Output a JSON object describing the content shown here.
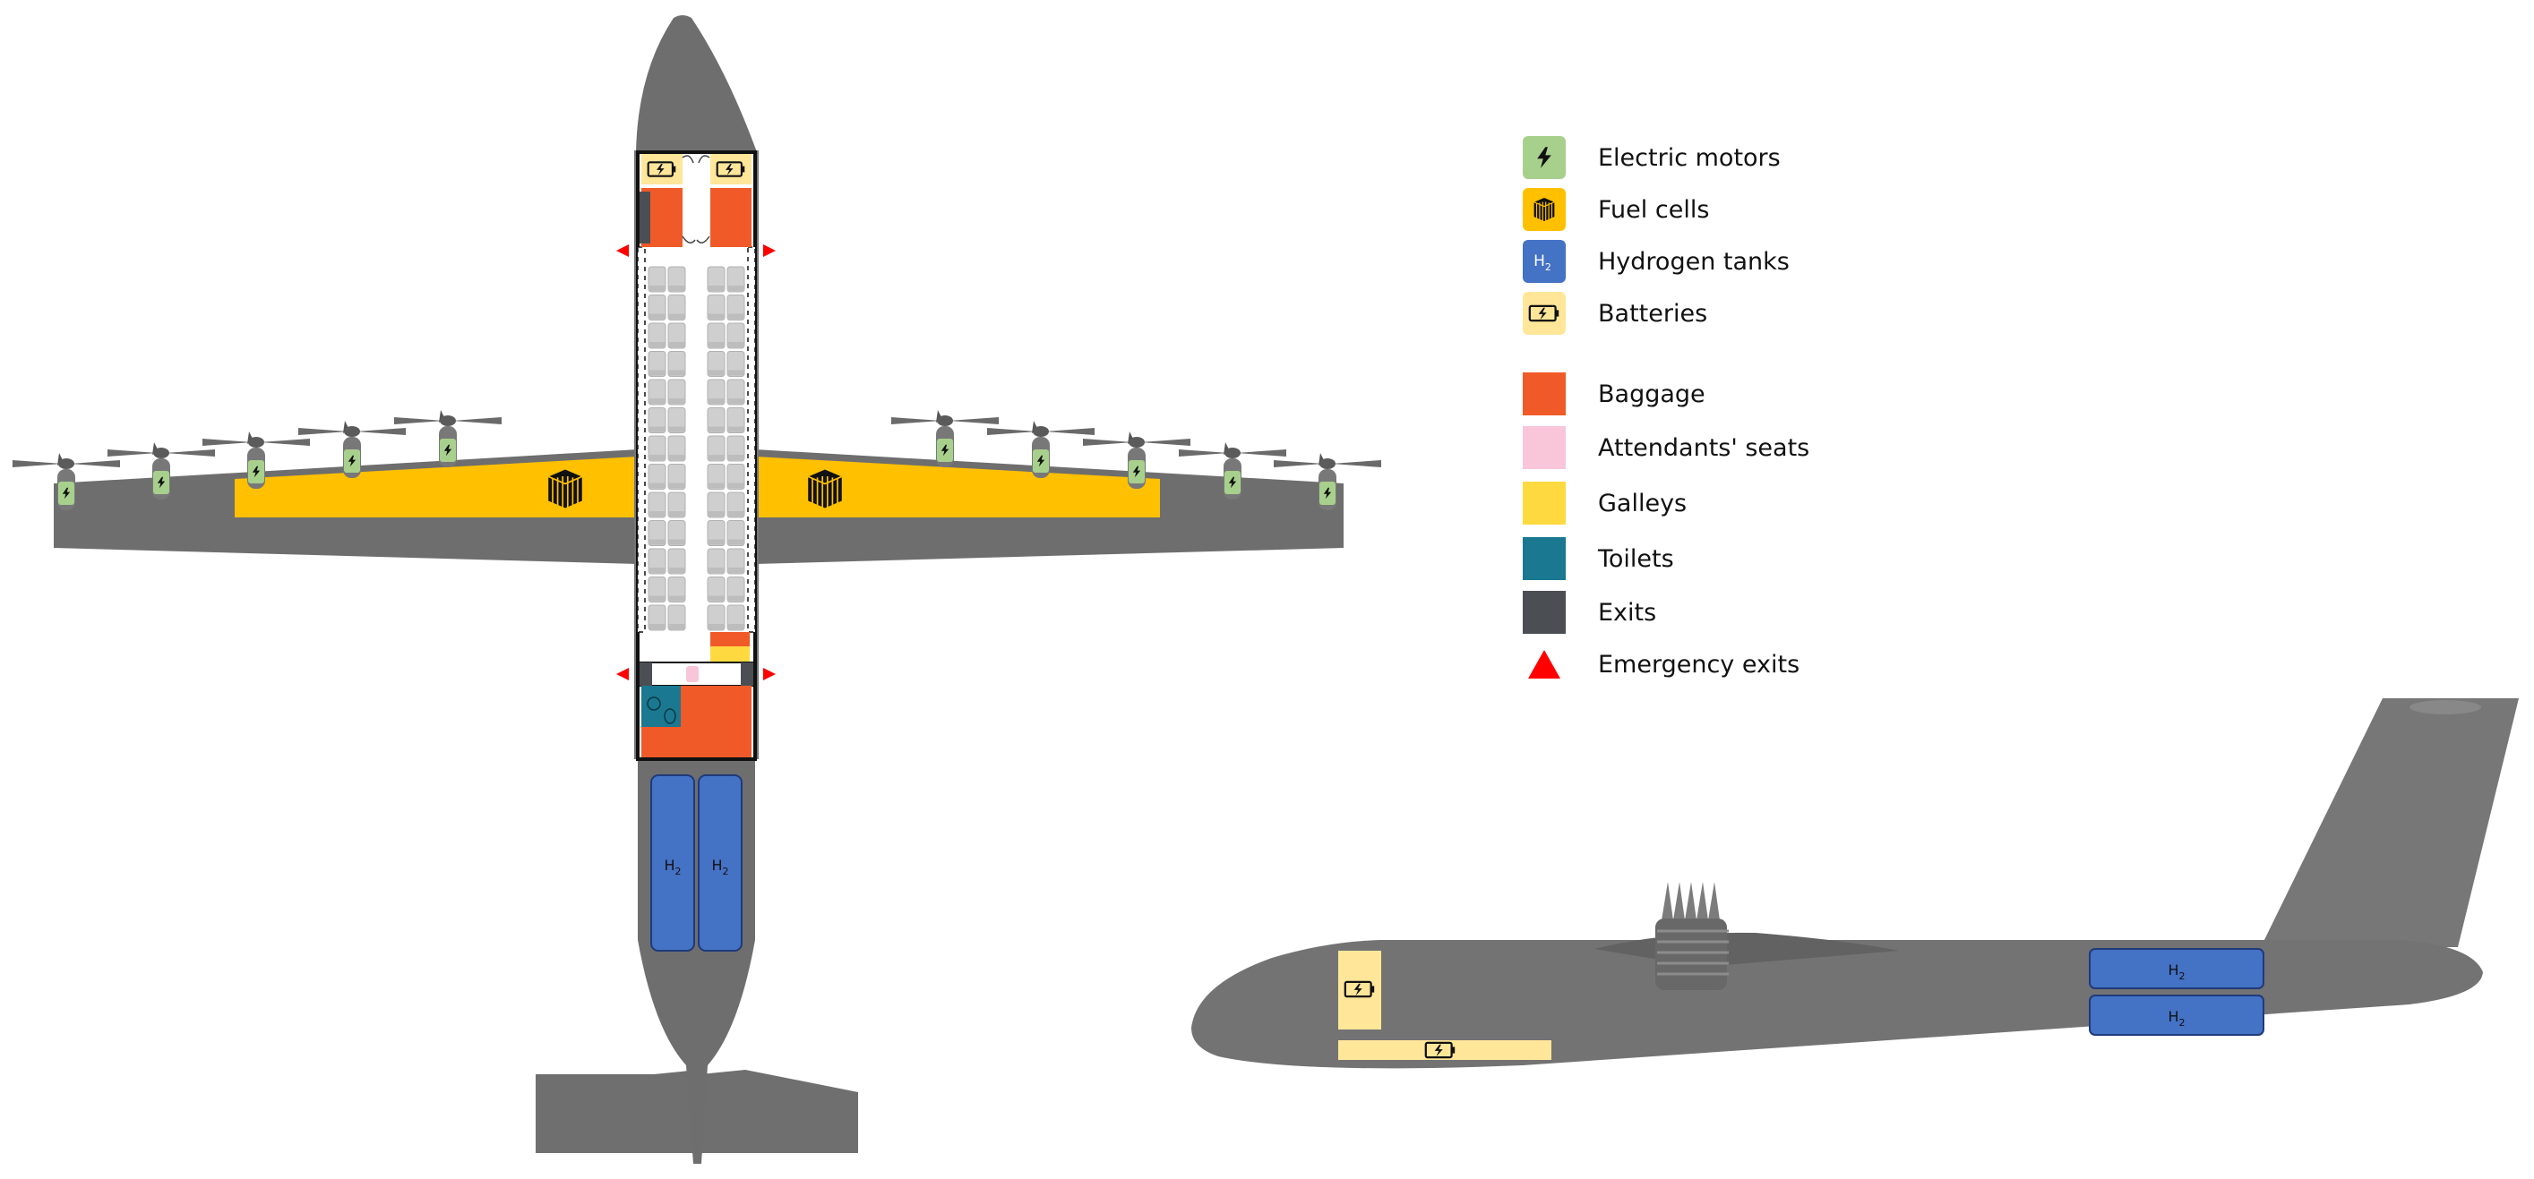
{
  "legend": {
    "components": [
      {
        "label": "Electric motors",
        "icon": "lightning-icon",
        "color": "#a8d08d"
      },
      {
        "label": "Fuel cells",
        "icon": "fuel-cell-stack-icon",
        "color": "#ffc000"
      },
      {
        "label": "Hydrogen tanks",
        "icon": "h2-icon",
        "color": "#4472c4"
      },
      {
        "label": "Batteries",
        "icon": "battery-icon",
        "color": "#ffe699"
      }
    ],
    "cabin": [
      {
        "label": "Baggage",
        "color": "#f05a28"
      },
      {
        "label": "Attendants' seats",
        "color": "#f8c6d8"
      },
      {
        "label": "Galleys",
        "color": "#ffd940"
      },
      {
        "label": "Toilets",
        "color": "#1a7891"
      },
      {
        "label": "Exits",
        "color": "#4b4f54"
      },
      {
        "label": "Emergency exits",
        "icon": "triangle-icon",
        "color": "#ff0000"
      }
    ]
  },
  "tank_label": {
    "main": "H",
    "sub": "2"
  },
  "colors": {
    "airframe": "#707070",
    "airframe_dark": "#5a5a5a",
    "cabin_floor": "#ffffff",
    "seat": "#cfcfcf"
  }
}
